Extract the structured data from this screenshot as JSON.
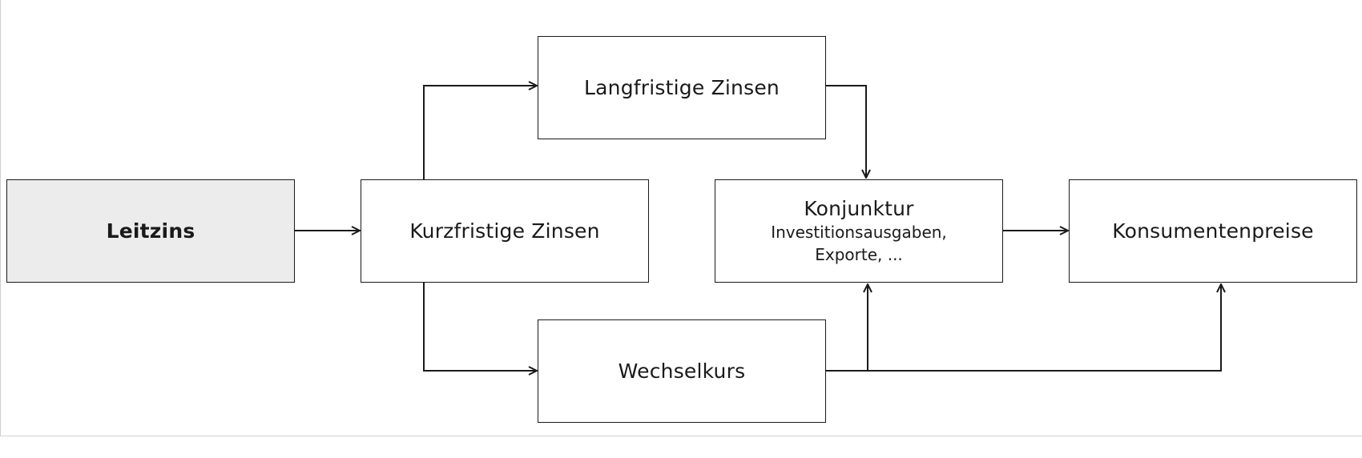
{
  "nodes": {
    "leitzins": {
      "label": "Leitzins"
    },
    "kurzfristig": {
      "label": "Kurzfristige Zinsen"
    },
    "langfristig": {
      "label": "Langfristige Zinsen"
    },
    "wechselkurs": {
      "label": "Wechselkurs"
    },
    "konjunktur": {
      "label": "Konjunktur",
      "sub_line1": "Investitionsausgaben,",
      "sub_line2": "Exporte, ..."
    },
    "konsumentenpreise": {
      "label": "Konsumentenpreise"
    }
  },
  "colors": {
    "stroke": "#1a1a1a",
    "highlight_fill": "#ececec"
  }
}
